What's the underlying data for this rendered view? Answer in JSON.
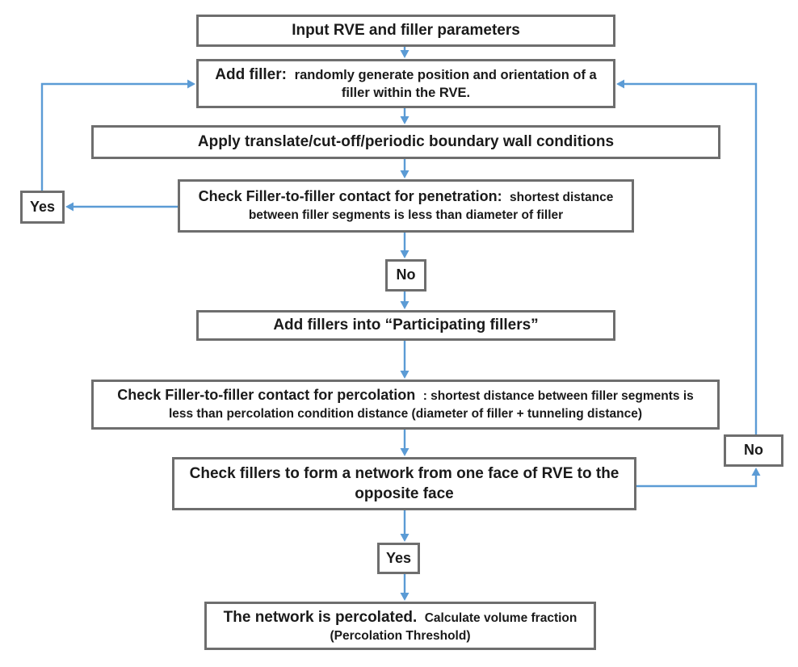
{
  "colors": {
    "arrow": "#5b9bd5",
    "border": "#6e6e6e",
    "text": "#1a1a1a"
  },
  "nodes": {
    "input": {
      "label": "Input RVE and filler parameters"
    },
    "add_filler": {
      "label_bold": "Add filler:",
      "label_rest": "randomly generate position and orientation of a filler within the RVE."
    },
    "boundary": {
      "label": "Apply translate/cut-off/periodic boundary wall conditions"
    },
    "penetration_check": {
      "label_bold": "Check Filler-to-filler contact for penetration:",
      "label_rest": "shortest distance between filler segments is less than diameter of filler"
    },
    "yes_left": {
      "label": "Yes"
    },
    "no_center": {
      "label": "No"
    },
    "participating": {
      "label": "Add fillers into “Participating fillers”"
    },
    "percolation_check": {
      "label_bold": "Check Filler-to-filler contact for percolation",
      "label_rest": ": shortest distance between filler segments is less than percolation condition distance (diameter of filler + tunneling distance)"
    },
    "network_check": {
      "label": "Check  fillers to form a network from one face of RVE to the opposite face"
    },
    "no_right": {
      "label": "No"
    },
    "yes_center": {
      "label": "Yes"
    },
    "percolated": {
      "label_bold": "The network is percolated.",
      "label_rest": "Calculate volume fraction (Percolation Threshold)"
    }
  }
}
